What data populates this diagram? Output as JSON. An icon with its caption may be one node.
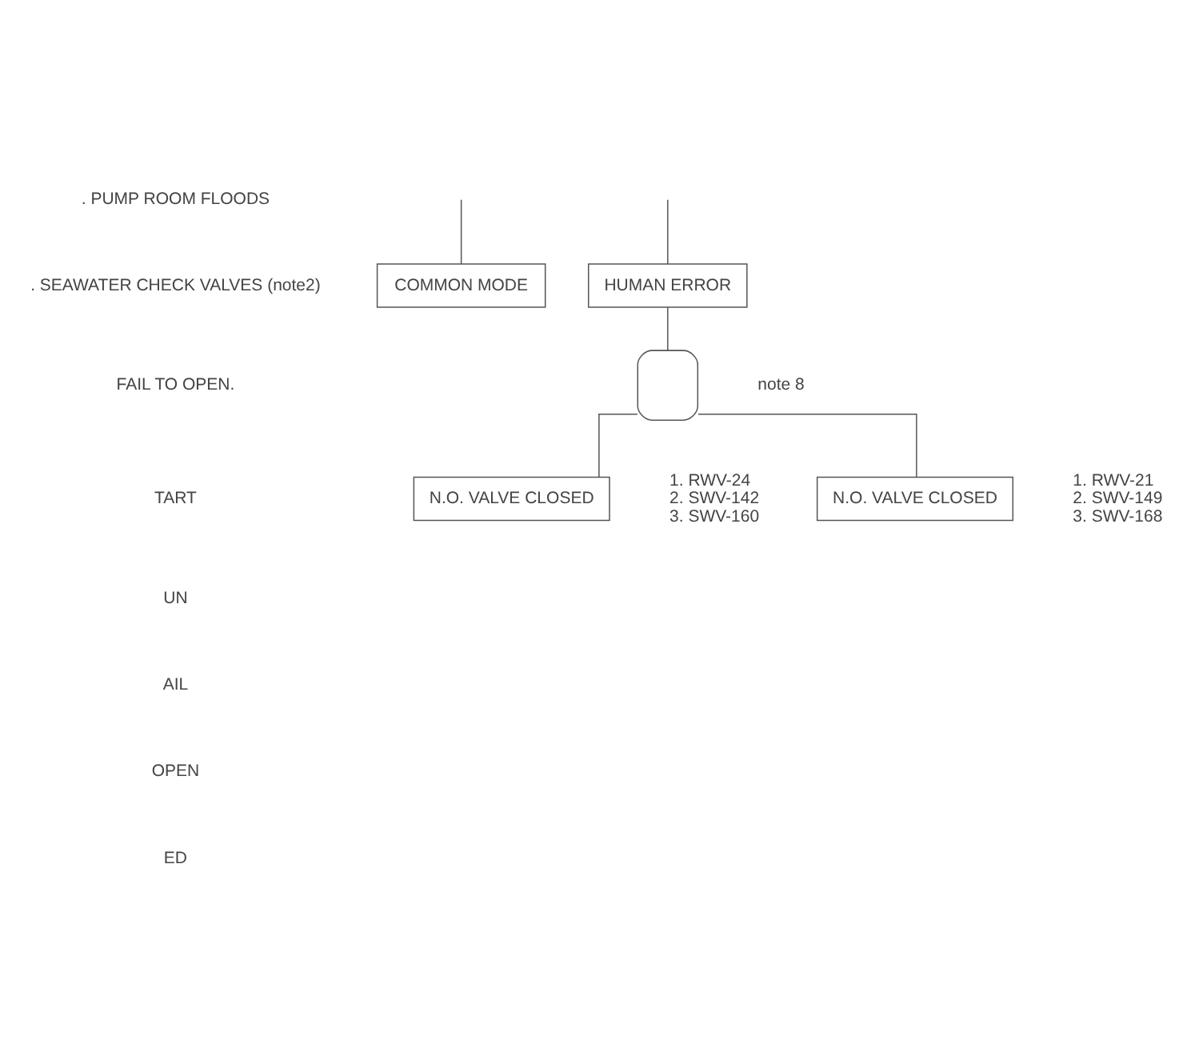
{
  "diagram": {
    "nodes": [
      {
        "text": [
          "COMMON MODE"
        ]
      },
      {
        "text": [
          "HUMAN ERROR"
        ]
      },
      {
        "text": [],
        "shape": "gate",
        "beside": [
          "note 8"
        ]
      },
      {
        "text": [
          "N.O. VALVE CLOSED"
        ],
        "beside": [
          "1. RWV-24",
          "2. SWV-142",
          "3. SWV-160"
        ]
      },
      {
        "text": [
          "N.O. VALVE CLOSED"
        ],
        "beside": [
          "1. RWV-21",
          "2. SWV-149",
          "3. SWV-168"
        ]
      }
    ],
    "edges": [
      {
        "from": null,
        "to": 0,
        "arrow": "none"
      },
      {
        "from": null,
        "to": 1,
        "arrow": "none"
      },
      {
        "from": 1,
        "to": 2,
        "arrow": "none"
      },
      {
        "from": 2,
        "to": 3,
        "arrow": "none"
      },
      {
        "from": 2,
        "to": 4,
        "arrow": "none"
      }
    ],
    "labels": [
      ". PUMP ROOM FLOODS",
      ". SEAWATER CHECK VALVES (note2)",
      "FAIL TO OPEN.",
      "TART",
      "UN",
      "AIL",
      "OPEN",
      "ED"
    ]
  }
}
